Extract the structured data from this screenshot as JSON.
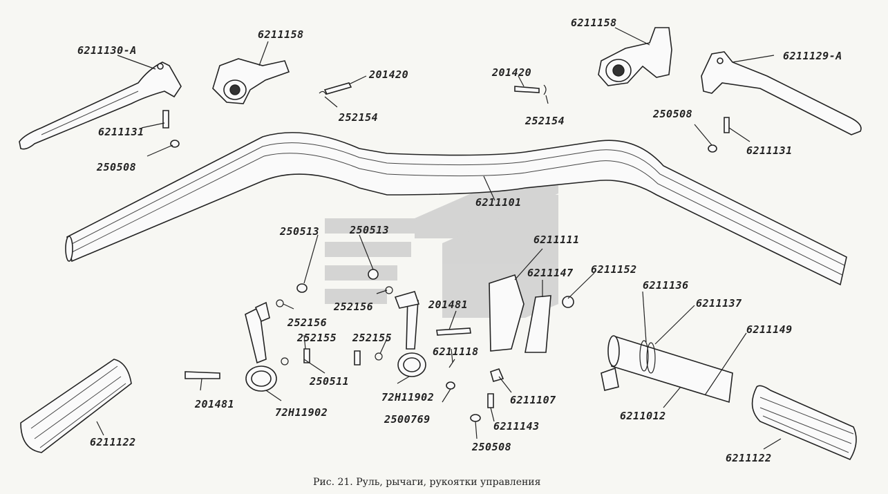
{
  "caption": "Рис. 21. Руль, рычаги, рукоятки управления",
  "labels": {
    "lever_left": "6211130-А",
    "bracket_left": "6211158",
    "screw_left_top": "201420",
    "washer_left_top": "252154",
    "bolt_left": "6211131",
    "nut_left": "250508",
    "bracket_right": "6211158",
    "screw_right_top": "201420",
    "washer_right_top": "252154",
    "lever_right": "6211129-А",
    "nut_right": "250508",
    "bolt_right": "6211131",
    "handlebar": "6211101",
    "nut_a": "250513",
    "nut_b": "250513",
    "clip_a": "252156",
    "clip_b": "252156",
    "spring_a": "252155",
    "spring_b": "252155",
    "screw_a": "201481",
    "screw_b": "201481",
    "tube_a": "6211111",
    "grip_b": "6211147",
    "cap": "6211152",
    "ring_a": "6211136",
    "ring_b": "6211137",
    "spring_c": "6211149",
    "pin": "250511",
    "clamp_a": "72Н11902",
    "clamp_b": "72Н11902",
    "part_118": "6211118",
    "washer_769": "2500769",
    "part_107": "6211107",
    "part_143": "6211143",
    "nut_bottom": "250508",
    "throttle": "6211012",
    "grip_left": "6211122",
    "grip_right": "6211122"
  }
}
